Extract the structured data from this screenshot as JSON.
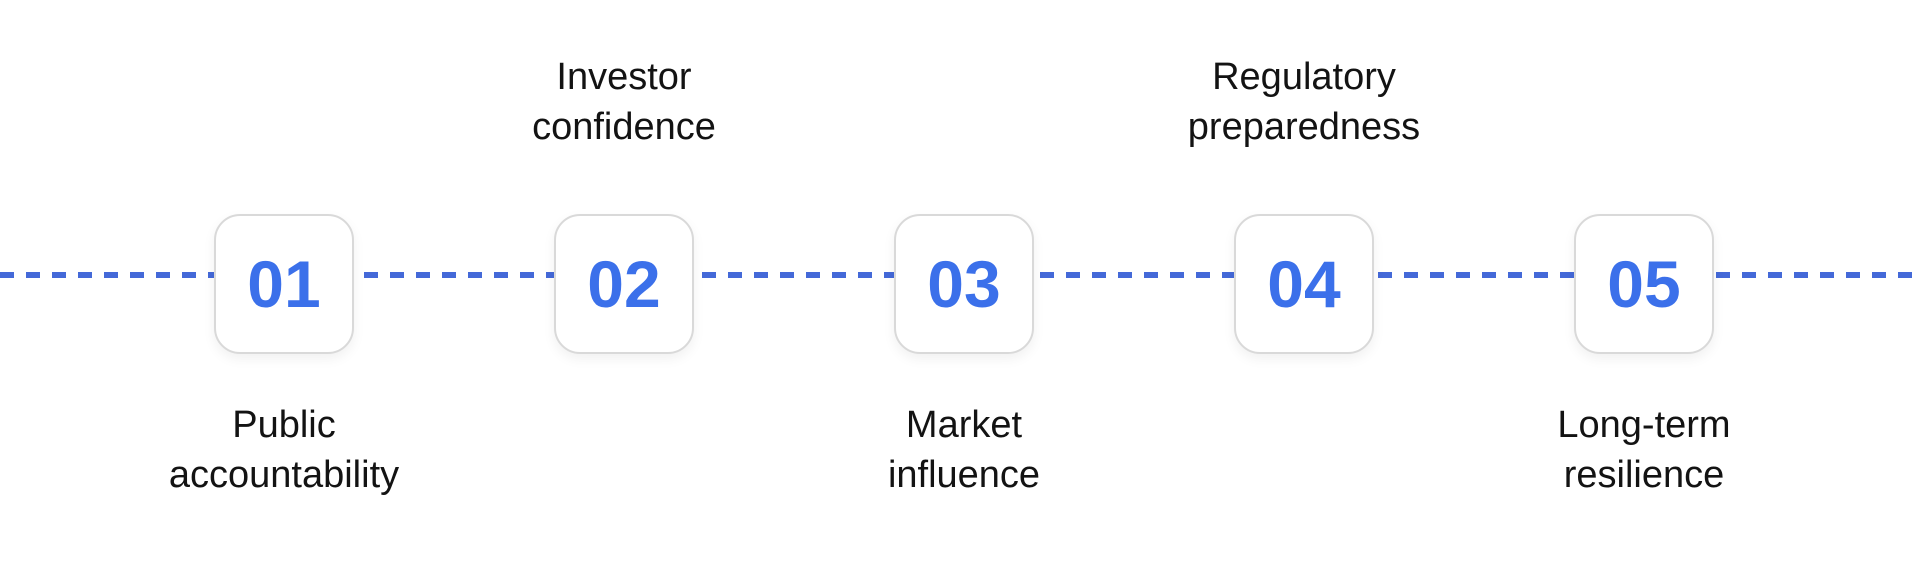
{
  "diagram": {
    "type": "horizontal-process-timeline",
    "colors": {
      "background": "#ffffff",
      "dashed_line": "#4469d8",
      "step_number": "#3b70ea",
      "box_border": "#d9d9d9",
      "box_background": "#ffffff",
      "label_text": "#131313"
    },
    "steps": [
      {
        "number": "01",
        "label": "Public\naccountability",
        "label_position": "below"
      },
      {
        "number": "02",
        "label": "Investor\nconfidence",
        "label_position": "above"
      },
      {
        "number": "03",
        "label": "Market\ninfluence",
        "label_position": "below"
      },
      {
        "number": "04",
        "label": "Regulatory\npreparedness",
        "label_position": "above"
      },
      {
        "number": "05",
        "label": "Long-term\nresilience",
        "label_position": "below"
      }
    ]
  }
}
